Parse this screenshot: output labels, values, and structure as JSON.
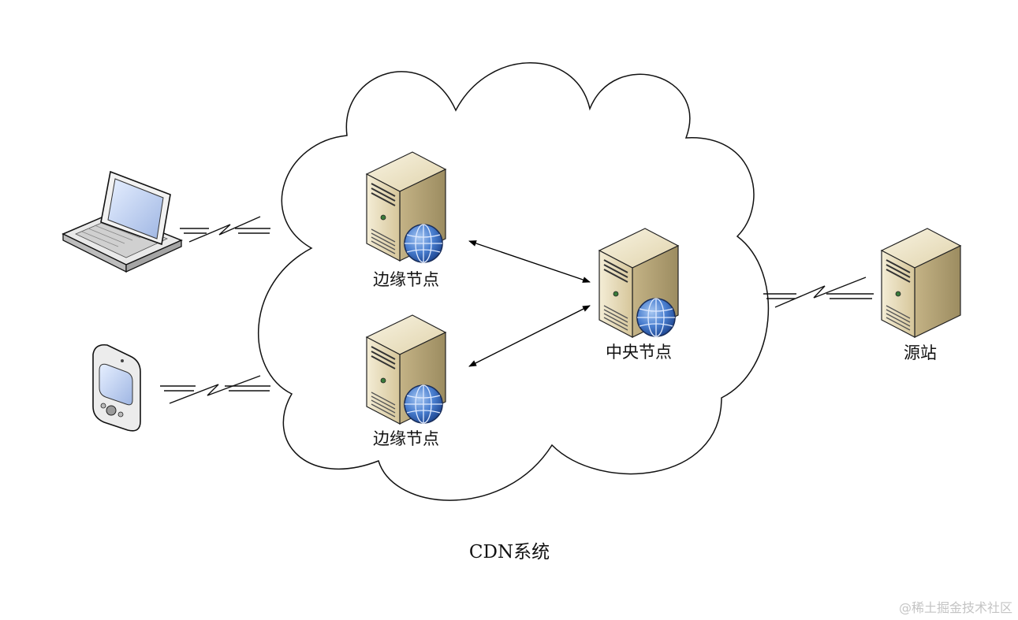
{
  "diagram": {
    "caption": "CDN系统",
    "nodes": {
      "edge_node_top": {
        "label": "边缘节点"
      },
      "edge_node_bottom": {
        "label": "边缘节点"
      },
      "central_node": {
        "label": "中央节点"
      },
      "origin_server": {
        "label": "源站"
      }
    },
    "clients": [
      {
        "type": "laptop",
        "icon": "laptop-icon"
      },
      {
        "type": "mobile",
        "icon": "mobile-phone-icon"
      }
    ],
    "links": [
      {
        "from": "laptop",
        "to": "edge_node_top",
        "style": "wireless"
      },
      {
        "from": "mobile",
        "to": "edge_node_bottom",
        "style": "wireless"
      },
      {
        "from": "edge_node_top",
        "to": "central_node",
        "style": "bidirectional-arrow"
      },
      {
        "from": "edge_node_bottom",
        "to": "central_node",
        "style": "bidirectional-arrow"
      },
      {
        "from": "central_node",
        "to": "origin_server",
        "style": "wireless"
      }
    ]
  },
  "watermark": "@稀土掘金技术社区",
  "colors": {
    "server_body": "#ddd0a8",
    "server_side": "#a8996e",
    "globe": "#3b6fc4",
    "outline": "#222222"
  }
}
